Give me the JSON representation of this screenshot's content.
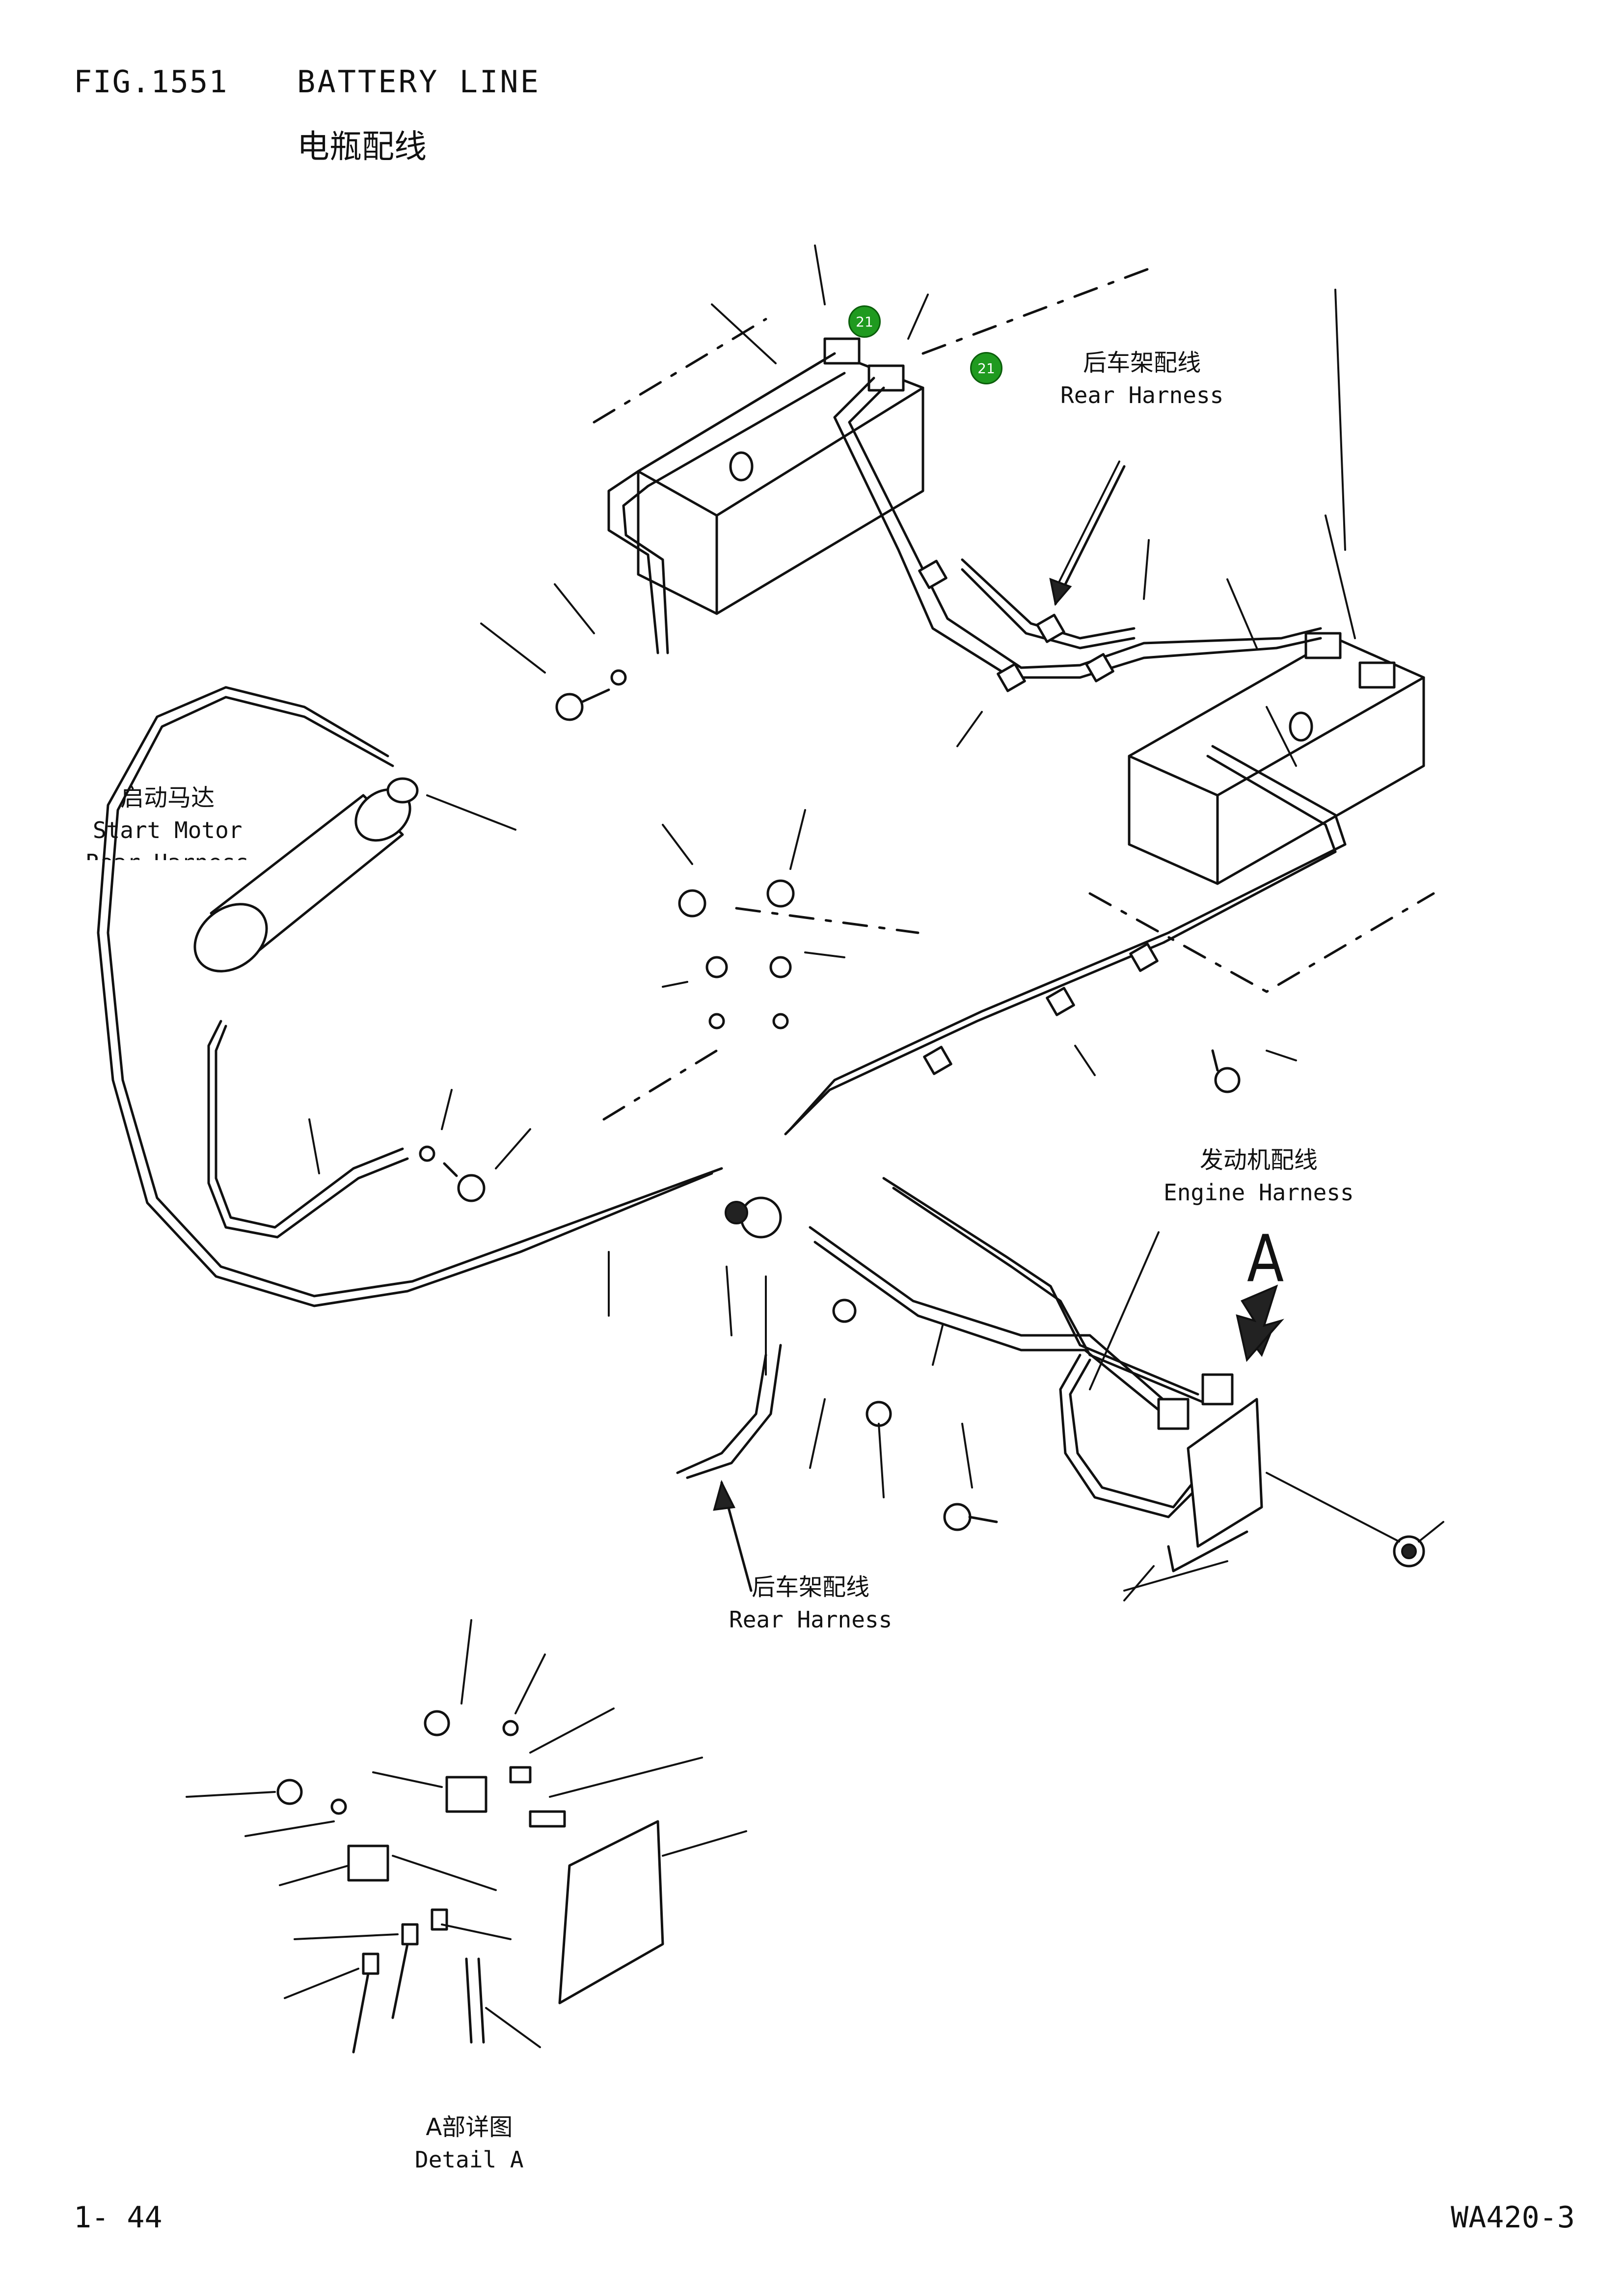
{
  "header": {
    "figure_no": "FIG.1551",
    "title_en": "BATTERY LINE",
    "title_cn": "电瓶配线"
  },
  "callouts": [
    {
      "number": "21"
    },
    {
      "number": "21"
    }
  ],
  "labels": {
    "rear_harness_top": {
      "cn": "后车架配线",
      "en": "Rear Harness"
    },
    "start_motor": {
      "cn": "启动马达",
      "en": "Start Motor",
      "en2": "Rear Harness"
    },
    "engine_harness": {
      "cn": "发动机配线",
      "en": "Engine Harness"
    },
    "rear_harness_bottom": {
      "cn": "后车架配线",
      "en": "Rear Harness"
    },
    "view_marker": "A",
    "detail_a": {
      "cn": "A部详图",
      "en": "Detail A"
    }
  },
  "footer": {
    "page": "1- 44",
    "model": "WA420-3"
  },
  "colors": {
    "line": "#111111",
    "callout": "#1f9a1f"
  }
}
